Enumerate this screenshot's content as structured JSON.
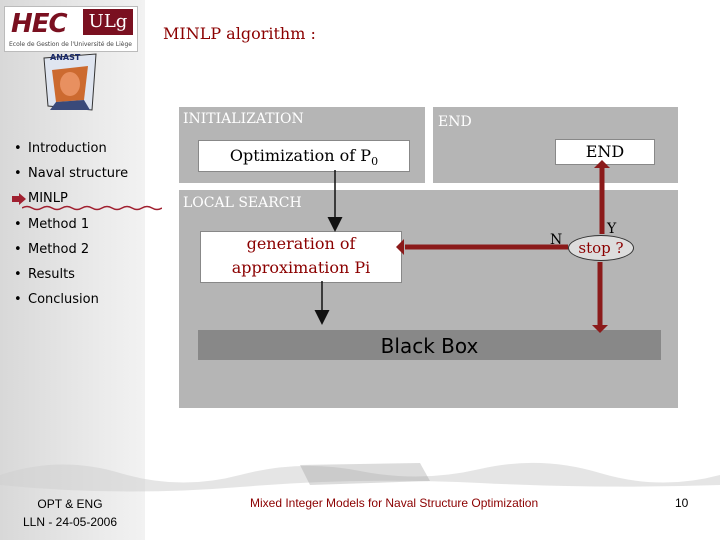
{
  "header": {
    "logo_hec": "HEC",
    "logo_ulg": "ULg",
    "logo_subtitle": "Ecole de Gestion de l'Université de Liège",
    "anast_logo": "ANAST"
  },
  "title": "MINLP algorithm :",
  "nav": {
    "items": [
      {
        "label": "Introduction"
      },
      {
        "label": "Naval structure"
      },
      {
        "label": "MINLP",
        "current": true
      },
      {
        "label": "Method 1"
      },
      {
        "label": "Method 2"
      },
      {
        "label": "Results"
      },
      {
        "label": "Conclusion"
      }
    ]
  },
  "diagram": {
    "initialization_label": "INITIALIZATION",
    "end_label": "END",
    "optimization_text": "Optimization of P",
    "optimization_sub": "0",
    "end_box": "END",
    "local_search_label": "LOCAL SEARCH",
    "generation_line1": "generation of",
    "generation_line2": "approximation Pi",
    "n_label": "N",
    "y_label": "Y",
    "stop_label": "stop ?",
    "black_box": "Black Box"
  },
  "footer": {
    "left_line1": "OPT & ENG",
    "left_line2": "LLN - 24-05-2006",
    "center": "Mixed Integer Models for Naval Structure Optimization",
    "page": "10"
  },
  "colors": {
    "accent": "#8b0000",
    "panel": "#b5b5b5",
    "black_box": "#888888",
    "arrow": "#8b1a1a"
  }
}
